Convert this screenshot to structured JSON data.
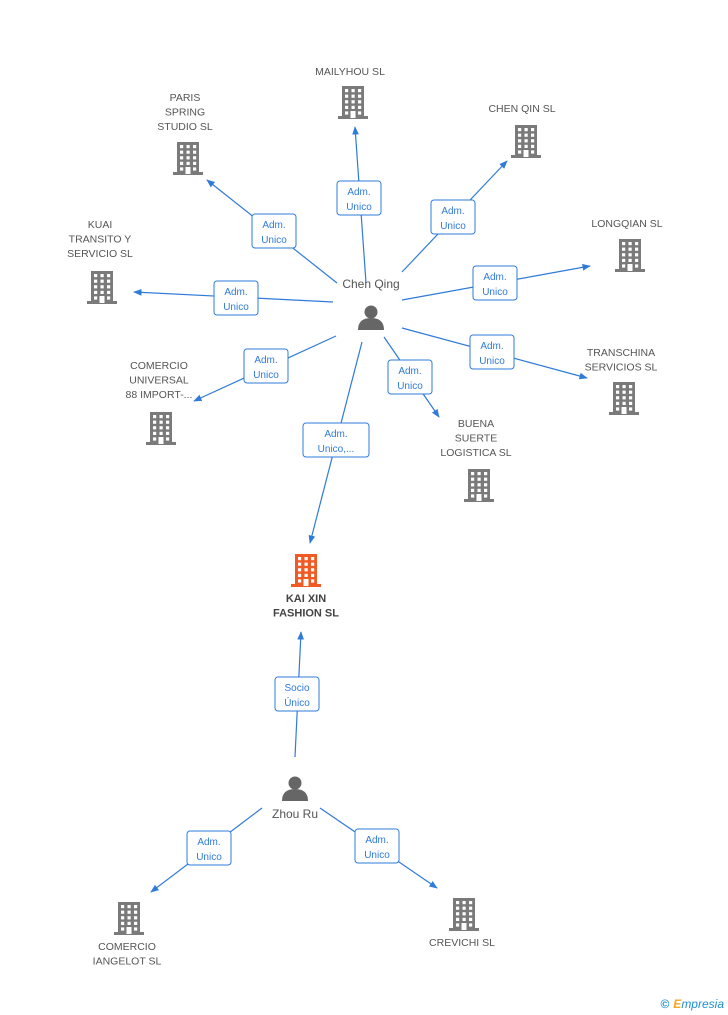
{
  "colors": {
    "edge": "#2f7bd9",
    "company": "#7a7a7a",
    "main_company": "#f05a24",
    "person": "#666666"
  },
  "icons": {
    "company": "building-icon",
    "person": "person-icon"
  },
  "persons": [
    {
      "id": "chen",
      "name": "Chen Qing"
    },
    {
      "id": "zhou",
      "name": "Zhou Ru"
    }
  ],
  "companies": [
    {
      "id": "main",
      "lines": [
        "KAI XIN",
        "FASHION SL"
      ],
      "main": true
    },
    {
      "id": "mailyhou",
      "lines": [
        "MAILYHOU SL"
      ]
    },
    {
      "id": "paris",
      "lines": [
        "PARIS",
        "SPRING",
        "STUDIO SL"
      ]
    },
    {
      "id": "chenqin",
      "lines": [
        "CHEN QIN SL"
      ]
    },
    {
      "id": "kuai",
      "lines": [
        "KUAI",
        "TRANSITO Y",
        "SERVICIO SL"
      ]
    },
    {
      "id": "longqian",
      "lines": [
        "LONGQIAN SL"
      ]
    },
    {
      "id": "comercio",
      "lines": [
        "COMERCIO",
        "UNIVERSAL",
        "88 IMPORT-..."
      ]
    },
    {
      "id": "transchina",
      "lines": [
        "TRANSCHINA",
        "SERVICIOS SL"
      ]
    },
    {
      "id": "buena",
      "lines": [
        "BUENA",
        "SUERTE",
        "LOGISTICA SL"
      ]
    },
    {
      "id": "iangelot",
      "lines": [
        "COMERCIO",
        "IANGELOT SL"
      ]
    },
    {
      "id": "crevichi",
      "lines": [
        "CREVICHI SL"
      ]
    }
  ],
  "edges": [
    {
      "from": "chen",
      "to": "mailyhou",
      "label": [
        "Adm.",
        "Unico"
      ]
    },
    {
      "from": "chen",
      "to": "paris",
      "label": [
        "Adm.",
        "Unico"
      ]
    },
    {
      "from": "chen",
      "to": "chenqin",
      "label": [
        "Adm.",
        "Unico"
      ]
    },
    {
      "from": "chen",
      "to": "kuai",
      "label": [
        "Adm.",
        "Unico"
      ]
    },
    {
      "from": "chen",
      "to": "longqian",
      "label": [
        "Adm.",
        "Unico"
      ]
    },
    {
      "from": "chen",
      "to": "comercio",
      "label": [
        "Adm.",
        "Unico"
      ]
    },
    {
      "from": "chen",
      "to": "transchina",
      "label": [
        "Adm.",
        "Unico"
      ]
    },
    {
      "from": "chen",
      "to": "buena",
      "label": [
        "Adm.",
        "Unico"
      ]
    },
    {
      "from": "chen",
      "to": "main",
      "label": [
        "Adm.",
        "Unico,..."
      ]
    },
    {
      "from": "zhou",
      "to": "main",
      "label": [
        "Socio",
        "Único"
      ]
    },
    {
      "from": "zhou",
      "to": "iangelot",
      "label": [
        "Adm.",
        "Unico"
      ]
    },
    {
      "from": "zhou",
      "to": "crevichi",
      "label": [
        "Adm.",
        "Unico"
      ]
    }
  ],
  "footer": {
    "copyright": "©",
    "brand_first": "E",
    "brand_rest": "mpresia"
  }
}
